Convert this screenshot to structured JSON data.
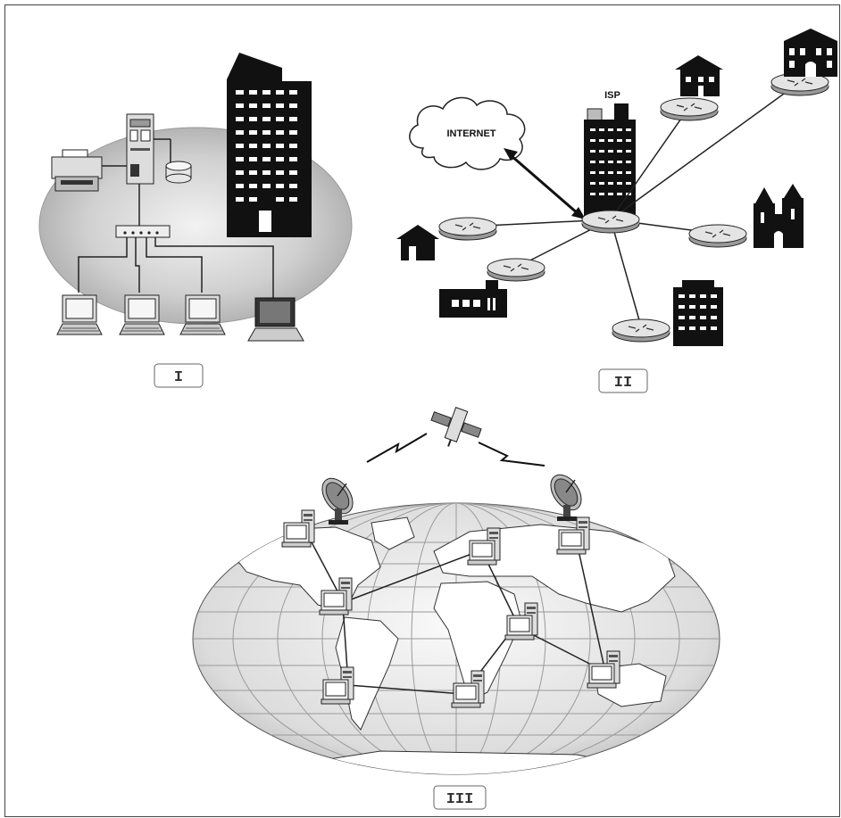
{
  "panels": {
    "lan": {
      "label": "I"
    },
    "man": {
      "label": "II",
      "internet_label": "INTERNET",
      "isp_label": "ISP"
    },
    "wan": {
      "label": "III"
    }
  }
}
